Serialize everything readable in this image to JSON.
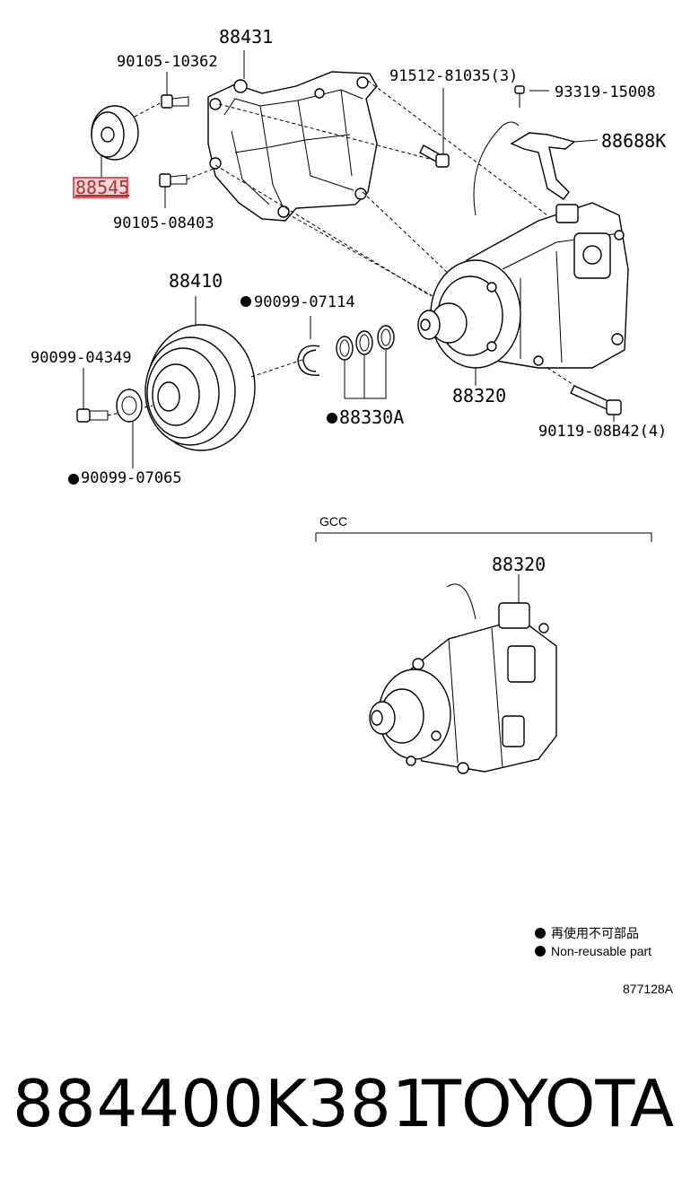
{
  "labels": {
    "p88431": "88431",
    "p90105_10362": "90105-10362",
    "p91512": "91512-81035(3)",
    "p93319": "93319-15008",
    "p88688k": "88688K",
    "p88545": "88545",
    "p90105_08403": "90105-08403",
    "p88410": "88410",
    "p90099_07114": "90099-07114",
    "p90099_04349": "90099-04349",
    "p88330a": "88330A",
    "p88320_top": "88320",
    "p90119": "90119-08B42(4)",
    "p90099_07065": "90099-07065",
    "gcc": "GCC",
    "p88320_bottom": "88320",
    "diagram_code": "877128A"
  },
  "legend": {
    "jp": "再使用不可部品",
    "en": "Non-reusable part"
  },
  "footer": {
    "part_number": "884400K381",
    "brand": "TOYOTA"
  },
  "colors": {
    "highlight": "#e03030",
    "highlight_fill": "#f6d6d6"
  }
}
